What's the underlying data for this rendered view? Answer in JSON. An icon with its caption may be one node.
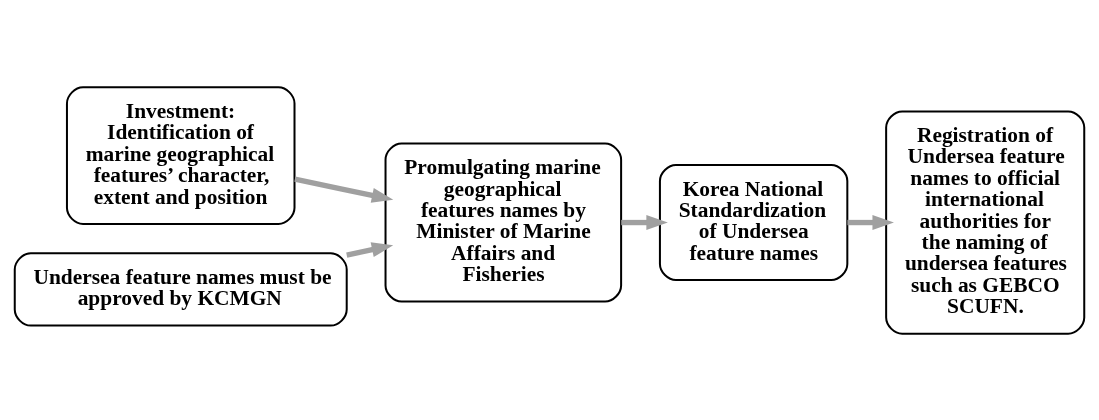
{
  "diagram": {
    "nodes": [
      {
        "text": [
          "Investment: Identification of marine geographical features’ character, extent and position"
        ]
      },
      {
        "text": [
          "Promulgating marine geographical features names by Minister of Marine Affairs and Fisheries"
        ]
      },
      {
        "text": [
          "Undersea feature names must be approved by KCMGN"
        ]
      },
      {
        "text": [
          "Korea National Standardization of Undersea feature names"
        ]
      },
      {
        "text": [
          "Registration of Undersea feature names to official international authorities for the naming of undersea features such as GEBCO SCUFN."
        ]
      }
    ],
    "edges": [
      {
        "from": 0,
        "to": 1,
        "arrow": "to"
      },
      {
        "from": 2,
        "to": 1,
        "arrow": "to"
      },
      {
        "from": 1,
        "to": 3,
        "arrow": "to"
      },
      {
        "from": 3,
        "to": 4,
        "arrow": "to"
      }
    ]
  }
}
